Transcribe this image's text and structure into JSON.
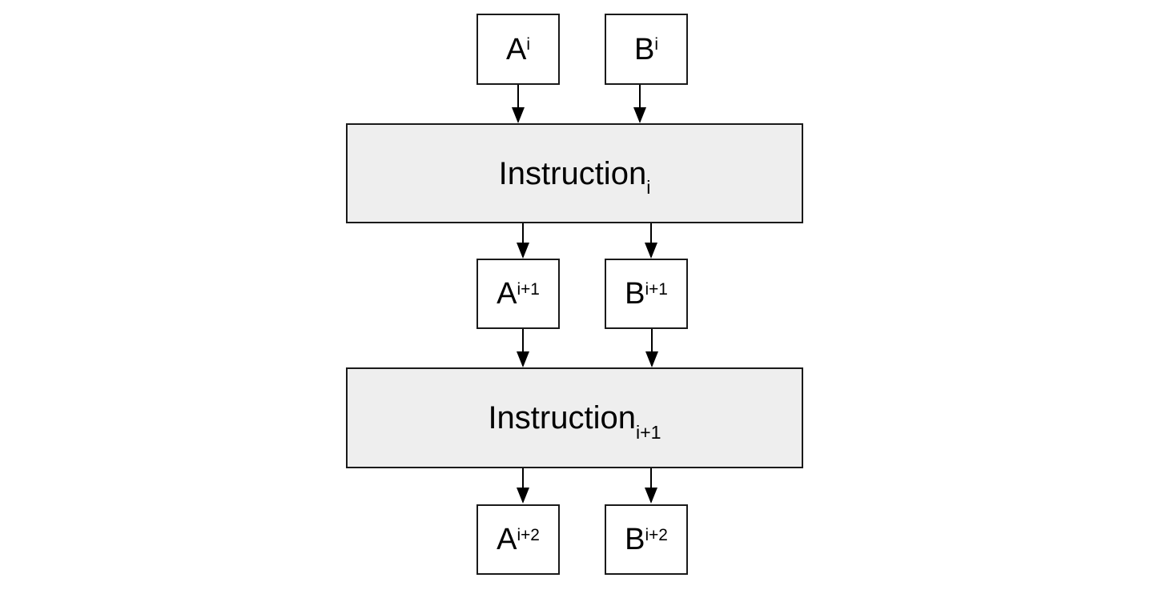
{
  "diagram": {
    "registers": [
      {
        "base": "A",
        "sup": "i"
      },
      {
        "base": "B",
        "sup": "i"
      },
      {
        "base": "A",
        "sup": "i+1"
      },
      {
        "base": "B",
        "sup": "i+1"
      },
      {
        "base": "A",
        "sup": "i+2"
      },
      {
        "base": "B",
        "sup": "i+2"
      }
    ],
    "instructions": [
      {
        "base": "Instruction",
        "sub": "i"
      },
      {
        "base": "Instruction",
        "sub": "i+1"
      }
    ],
    "edges": [
      {
        "from": "A^i",
        "to": "Instruction_i"
      },
      {
        "from": "B^i",
        "to": "Instruction_i"
      },
      {
        "from": "Instruction_i",
        "to": "A^i+1"
      },
      {
        "from": "Instruction_i",
        "to": "B^i+1"
      },
      {
        "from": "A^i+1",
        "to": "Instruction_i+1"
      },
      {
        "from": "B^i+1",
        "to": "Instruction_i+1"
      },
      {
        "from": "Instruction_i+1",
        "to": "A^i+2"
      },
      {
        "from": "Instruction_i+1",
        "to": "B^i+2"
      }
    ],
    "colors": {
      "background": "#ffffff",
      "register_fill": "#ffffff",
      "instruction_fill": "#eeeeee",
      "border": "#1a1a1a",
      "arrow": "#000000",
      "text": "#000000"
    }
  }
}
